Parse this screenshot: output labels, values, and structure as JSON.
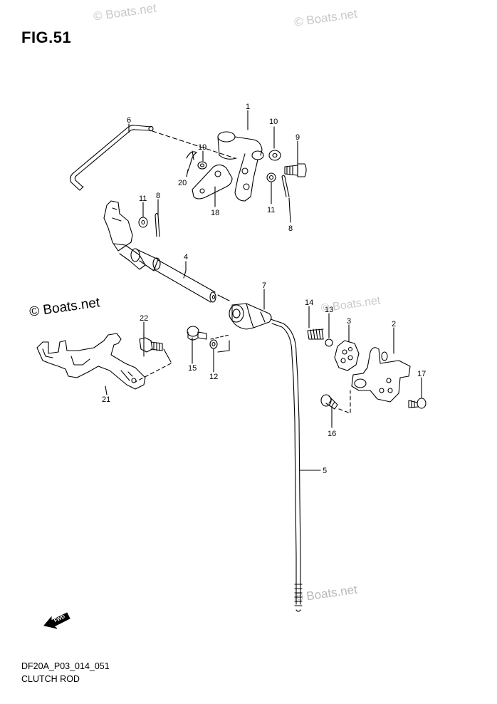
{
  "figure": {
    "title": "FIG.51",
    "model_code": "DF20A_P03_014_051",
    "caption": "CLUTCH ROD"
  },
  "watermarks": [
    "© Boats.net",
    "© Boats.net",
    "© Boats.net",
    "© Boats.net",
    "© Boats.net"
  ],
  "forward_arrow_label": "FWD",
  "callouts": [
    {
      "id": "c1",
      "number": "1"
    },
    {
      "id": "c6",
      "number": "6"
    },
    {
      "id": "c10",
      "number": "10"
    },
    {
      "id": "c9",
      "number": "9"
    },
    {
      "id": "c19",
      "number": "19"
    },
    {
      "id": "c20",
      "number": "20"
    },
    {
      "id": "c18",
      "number": "18"
    },
    {
      "id": "c11a",
      "number": "11"
    },
    {
      "id": "c8a",
      "number": "8"
    },
    {
      "id": "c11b",
      "number": "11"
    },
    {
      "id": "c8b",
      "number": "8"
    },
    {
      "id": "c4",
      "number": "4"
    },
    {
      "id": "c7",
      "number": "7"
    },
    {
      "id": "c14",
      "number": "14"
    },
    {
      "id": "c13",
      "number": "13"
    },
    {
      "id": "c3",
      "number": "3"
    },
    {
      "id": "c2",
      "number": "2"
    },
    {
      "id": "c22",
      "number": "22"
    },
    {
      "id": "c15",
      "number": "15"
    },
    {
      "id": "c12",
      "number": "12"
    },
    {
      "id": "c21",
      "number": "21"
    },
    {
      "id": "c17",
      "number": "17"
    },
    {
      "id": "c16",
      "number": "16"
    },
    {
      "id": "c5",
      "number": "5"
    }
  ]
}
